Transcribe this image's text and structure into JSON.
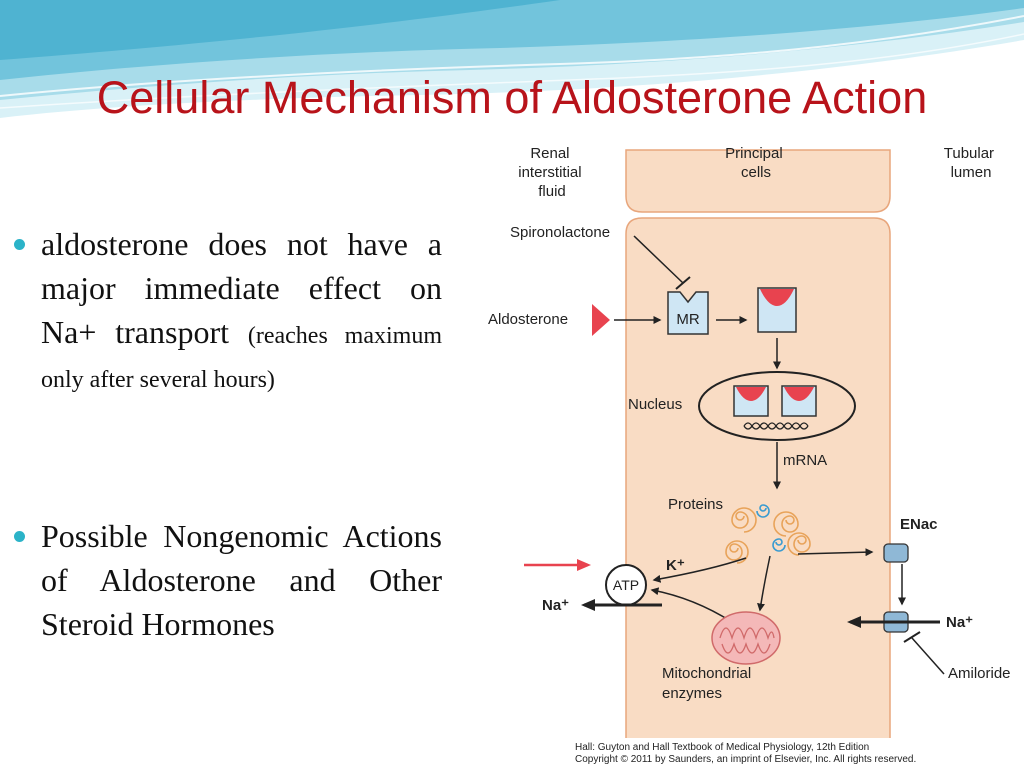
{
  "slide": {
    "title": "Cellular Mechanism of Aldosterone Action",
    "bullets": [
      {
        "main": "aldosterone does not have a major immediate effect on Na+ transport",
        "note": "(reaches maximum only after several hours)"
      },
      {
        "main": "Possible Nongenomic Actions of Aldosterone and Other Steroid Hormones"
      }
    ]
  },
  "diagram": {
    "labels": {
      "renal_1": "Renal",
      "renal_2": "interstitial",
      "renal_3": "fluid",
      "principal_1": "Principal",
      "principal_2": "cells",
      "tubular_1": "Tubular",
      "tubular_2": "lumen",
      "spironolactone": "Spironolactone",
      "aldosterone": "Aldosterone",
      "mr": "MR",
      "nucleus": "Nucleus",
      "mrna": "mRNA",
      "proteins": "Proteins",
      "enac": "ENac",
      "k": "K⁺",
      "atp": "ATP",
      "na_left": "Na⁺",
      "na_right": "Na⁺",
      "amiloride": "Amiloride",
      "mito_1": "Mitochondrial",
      "mito_2": "enzymes"
    },
    "colors": {
      "cell_fill": "#f9dcc4",
      "cell_stroke": "#e8a67c",
      "hormone": "#e8434f",
      "receptor": "#cfe6f4",
      "channel": "#8fb8d6",
      "protein": "#e8a35a",
      "protein_blue": "#3a9bd0",
      "mito": "#e8a0a0"
    }
  },
  "credit": {
    "line1": "Hall: Guyton and Hall Textbook of Medical Physiology, 12th Edition",
    "line2": "Copyright © 2011 by Saunders, an imprint of Elsevier, Inc. All rights reserved."
  }
}
